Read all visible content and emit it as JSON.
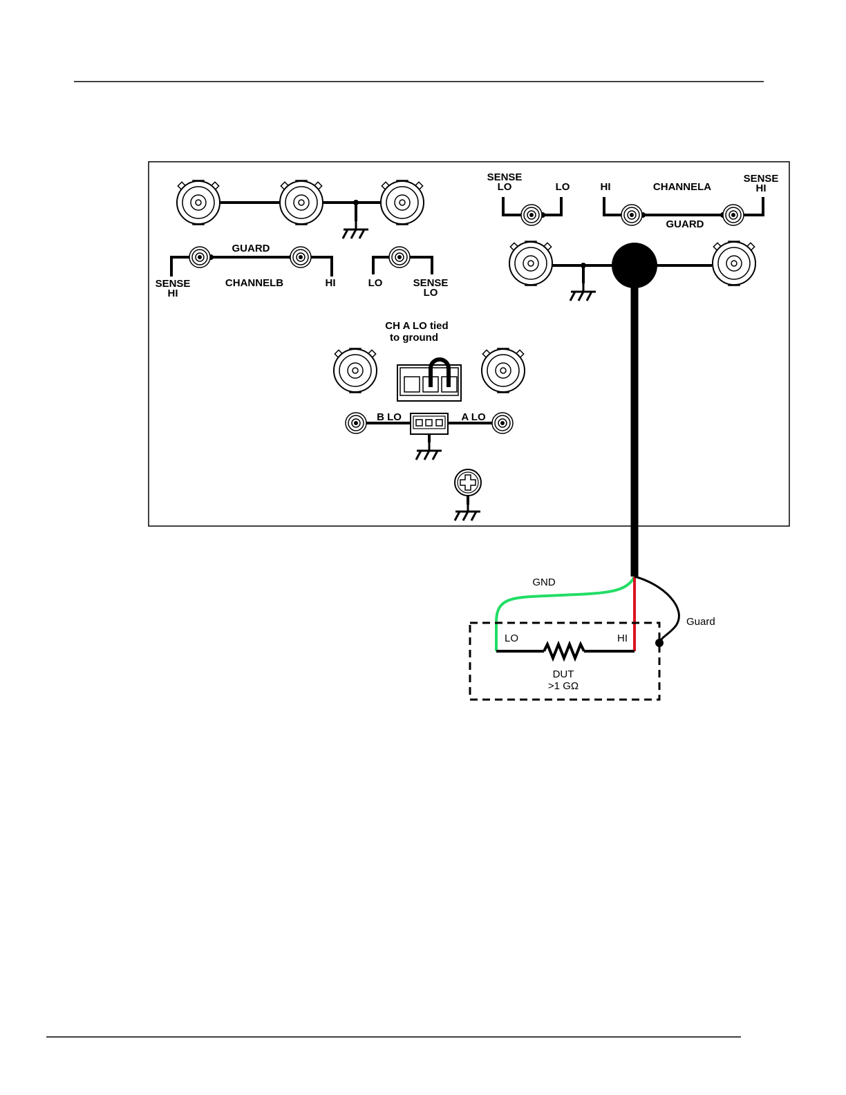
{
  "panel": {
    "channel_b": {
      "guard": "GUARD",
      "sense_hi_1": "SENSE",
      "sense_hi_2": "HI",
      "name": "CHANNELB",
      "hi": "HI",
      "lo": "LO",
      "sense_lo_1": "SENSE",
      "sense_lo_2": "LO"
    },
    "channel_a": {
      "sense_lo_1": "SENSE",
      "sense_lo_2": "LO",
      "lo": "LO",
      "hi": "HI",
      "name": "CHANNELA",
      "sense_hi_1": "SENSE",
      "sense_hi_2": "HI",
      "guard": "GUARD"
    },
    "note_line1": "CH A LO tied",
    "note_line2": "to ground",
    "b_lo": "B  LO",
    "a_lo": "A LO"
  },
  "dut": {
    "gnd": "GND",
    "guard": "Guard",
    "lo": "LO",
    "hi": "HI",
    "name": "DUT",
    "value": ">1 GΩ"
  },
  "colors": {
    "gnd_wire": "#22dd66",
    "hi_wire": "#dd1122",
    "ink": "#000000"
  }
}
